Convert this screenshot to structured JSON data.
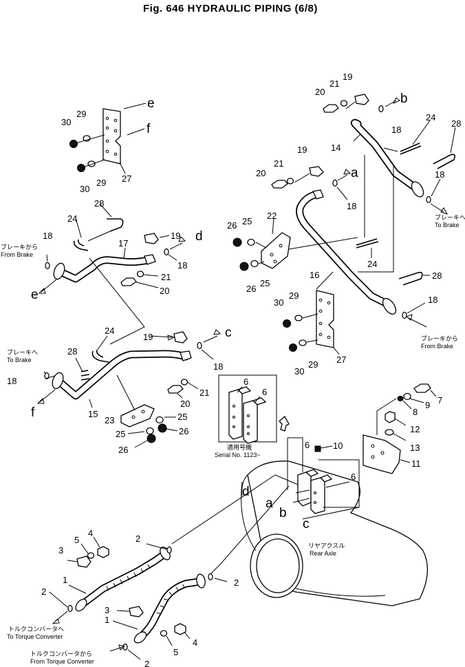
{
  "figure": {
    "title": "Fig. 646   HYDRAULIC PIPING (6/8)"
  },
  "callouts": {
    "n1a": "1",
    "n1b": "1",
    "n2a": "2",
    "n2b": "2",
    "n2c": "2",
    "n2d": "2",
    "n3a": "3",
    "n3b": "3",
    "n4a": "4",
    "n4b": "4",
    "n5a": "5",
    "n5b": "5",
    "n6a": "6",
    "n6b": "6",
    "n6c": "6",
    "n6d": "6",
    "n7": "7",
    "n8": "8",
    "n9": "9",
    "n10": "10",
    "n11": "11",
    "n12": "12",
    "n13": "13",
    "n14": "14",
    "n15": "15",
    "n16": "16",
    "n17": "17",
    "n18a": "18",
    "n18b": "18",
    "n18c": "18",
    "n18d": "18",
    "n18e": "18",
    "n18f": "18",
    "n18g": "18",
    "n18h": "18",
    "n19a": "19",
    "n19b": "19",
    "n19c": "19",
    "n19d": "19",
    "n20a": "20",
    "n20b": "20",
    "n20c": "20",
    "n20d": "20",
    "n21a": "21",
    "n21b": "21",
    "n21c": "21",
    "n21d": "21",
    "n22": "22",
    "n23": "23",
    "n24a": "24",
    "n24b": "24",
    "n24c": "24",
    "n24d": "24",
    "n25a": "25",
    "n25b": "25",
    "n25c": "25",
    "n25d": "25",
    "n26a": "26",
    "n26b": "26",
    "n26c": "26",
    "n26d": "26",
    "n27a": "27",
    "n27b": "27",
    "n28a": "28",
    "n28b": "28",
    "n28c": "28",
    "n28d": "28",
    "n29a": "29",
    "n29b": "29",
    "n29c": "29",
    "n30a": "30",
    "n30b": "30",
    "n30c": "30"
  },
  "letters": {
    "a1": "a",
    "a2": "a",
    "b1": "b",
    "b2": "b",
    "c1": "c",
    "c2": "c",
    "d1": "d",
    "d2": "d",
    "e1": "e",
    "e2": "e",
    "f1": "f",
    "f2": "f"
  },
  "notes": {
    "to_brake_jp": "ブレーキへ",
    "to_brake_en": "To Brake",
    "from_brake_jp": "ブレーキから",
    "from_brake_en": "From Brake",
    "serial_jp": "適用号機",
    "serial_en": "Serial No. 1123~",
    "rear_axle_jp": "リヤアクスル",
    "rear_axle_en": "Rear Axle",
    "to_tc_jp": "トルクコンバータへ",
    "to_tc_en": "To Torque Converter",
    "from_tc_jp": "トルクコンバータから",
    "from_tc_en": "From Torque Converter"
  }
}
